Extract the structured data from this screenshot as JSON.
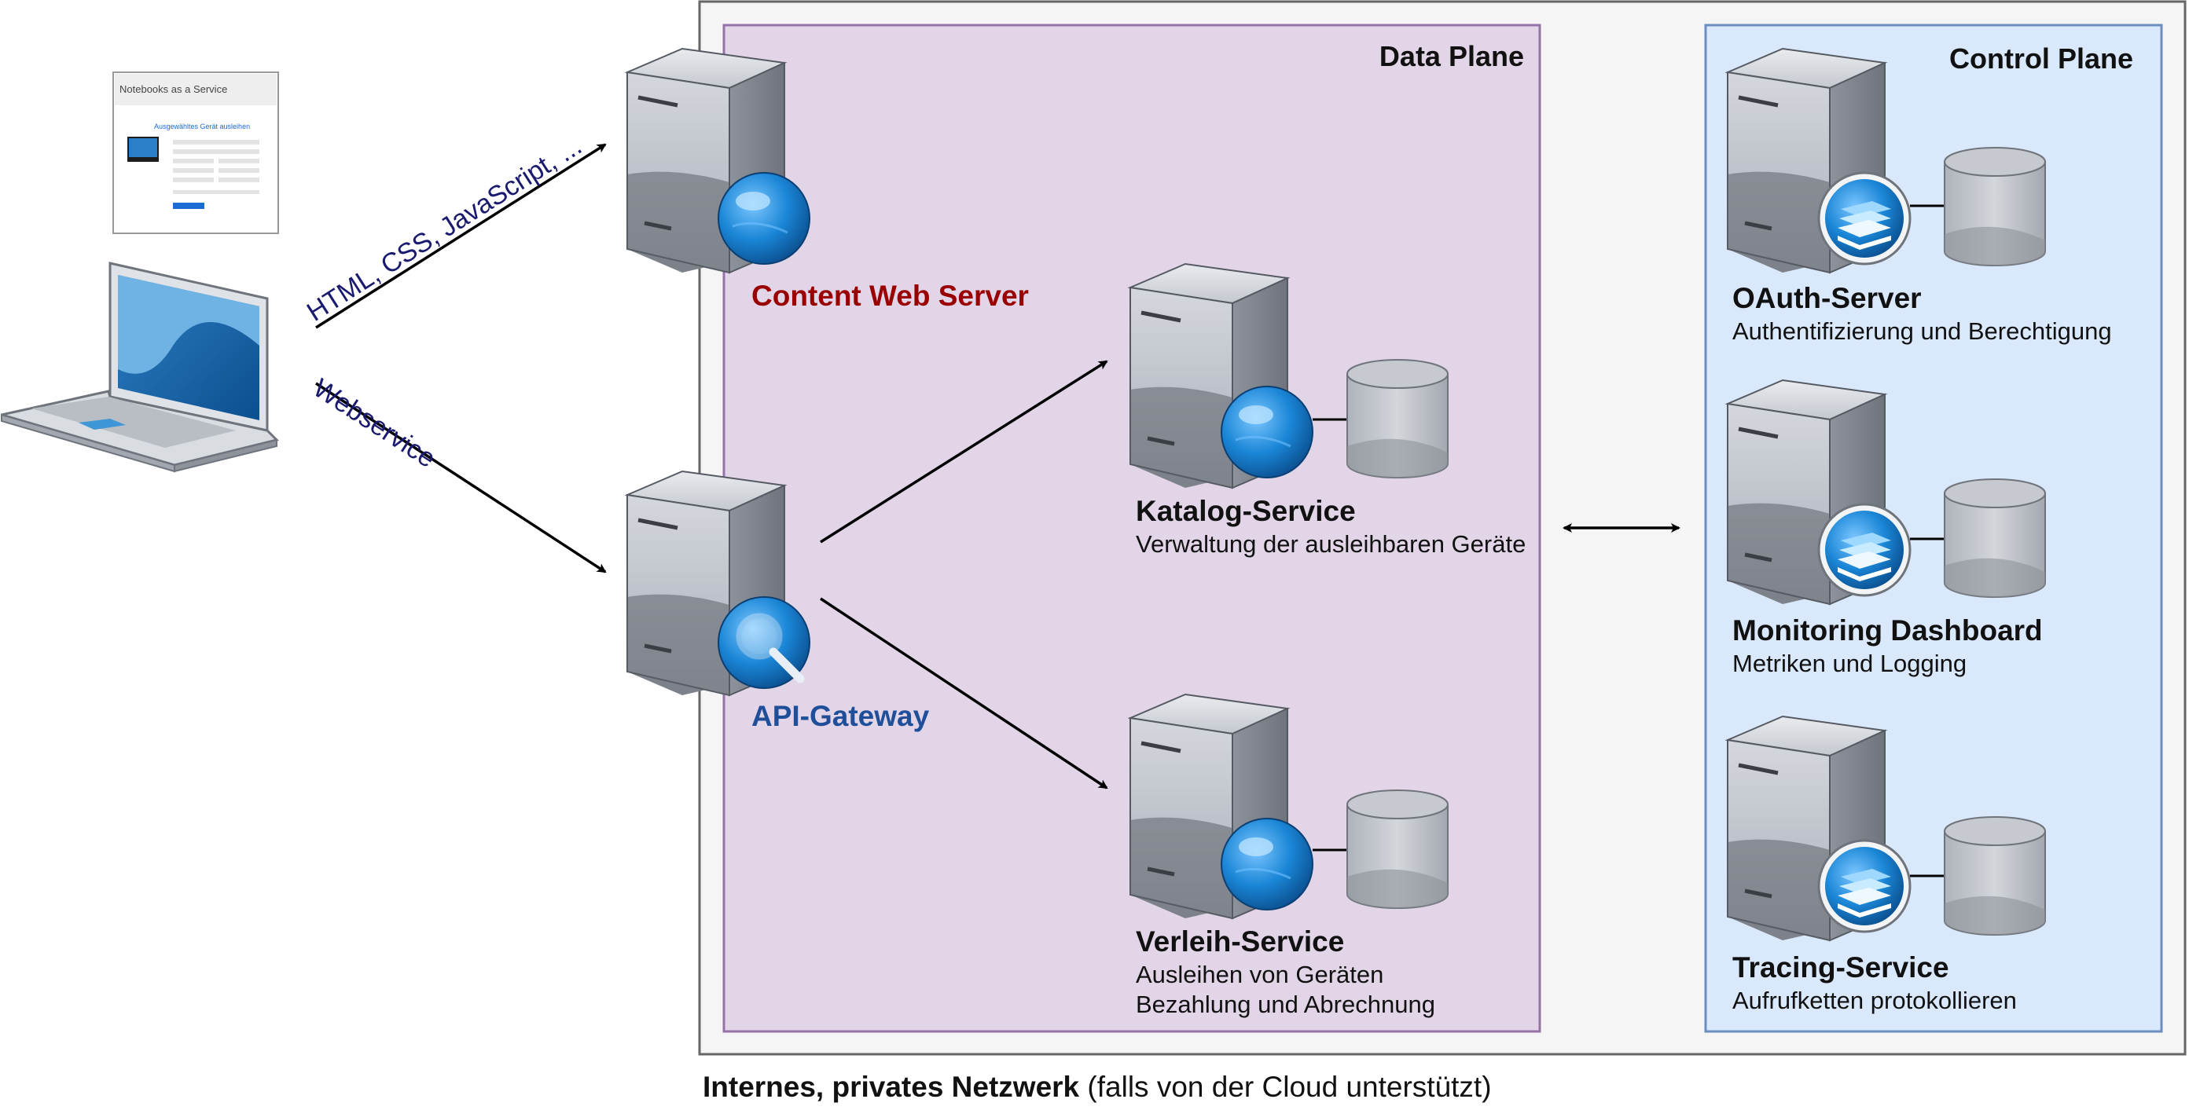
{
  "client": {
    "screenshot_title": "Notebooks as a Service",
    "screenshot_heading": "Ausgewähltes Gerät ausleihen"
  },
  "arrows": {
    "to_content": "HTML, CSS, JavaScript, ...",
    "to_gateway": "Webservice"
  },
  "content_server": {
    "label": "Content Web Server"
  },
  "api_gateway": {
    "label": "API-Gateway"
  },
  "data_plane": {
    "label": "Data Plane",
    "katalog": {
      "title": "Katalog-Service",
      "desc": "Verwaltung der ausleihbaren Geräte"
    },
    "verleih": {
      "title": "Verleih-Service",
      "desc1": "Ausleihen von Geräten",
      "desc2": "Bezahlung und Abrechnung"
    }
  },
  "control_plane": {
    "label": "Control Plane",
    "oauth": {
      "title": "OAuth-Server",
      "desc": "Authentifizierung und Berechtigung"
    },
    "monitoring": {
      "title": "Monitoring Dashboard",
      "desc": "Metriken und Logging"
    },
    "tracing": {
      "title": "Tracing-Service",
      "desc": "Aufrufketten protokollieren"
    }
  },
  "network_caption": {
    "bold": "Internes, privates Netzwerk",
    "normal": " (falls von der Cloud unterstützt)"
  },
  "colors": {
    "data_plane_fill": "#e1d5e7",
    "data_plane_border": "#9673a6",
    "control_plane_fill": "#dae8fc",
    "control_plane_border": "#6c8ebf",
    "network_fill": "#f5f5f5",
    "content_server_label": "#990000",
    "api_gateway_label": "#1f4f99"
  }
}
